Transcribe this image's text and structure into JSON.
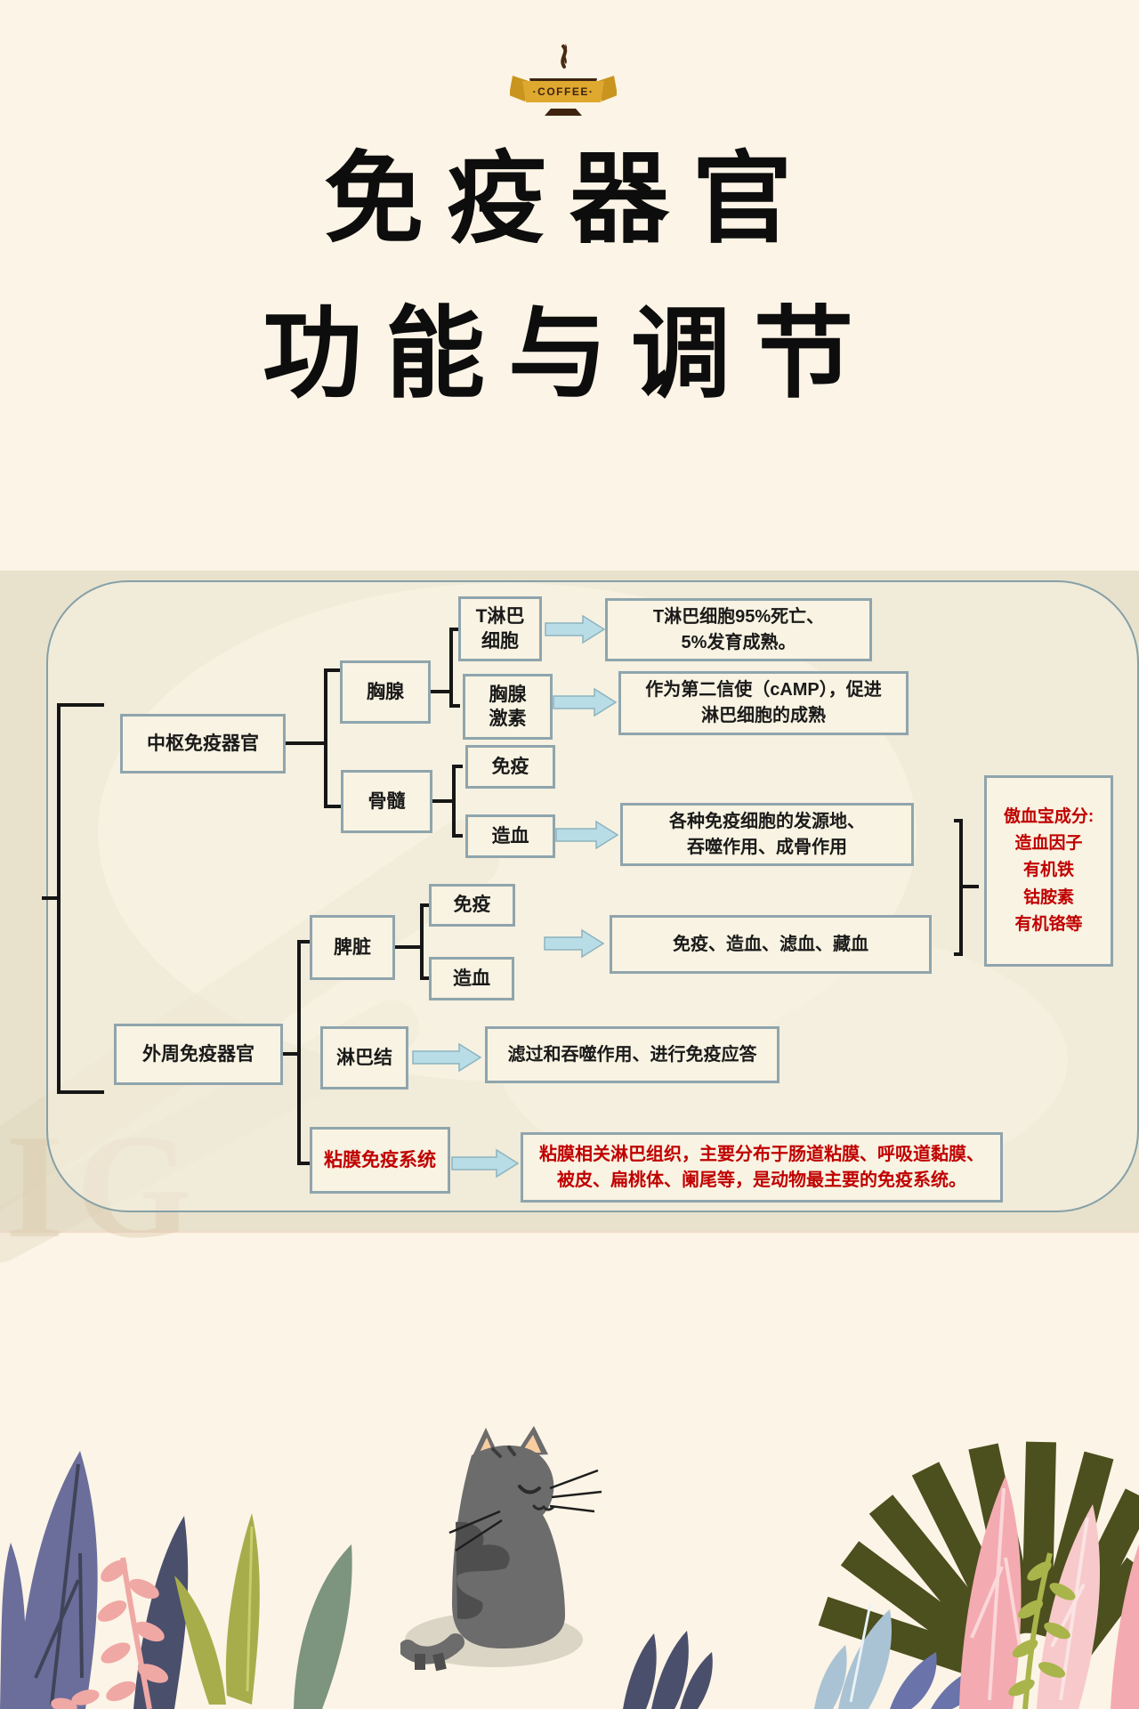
{
  "logo": {
    "text": "·COFFEE·",
    "ribbon_color": "#D9A52C",
    "cup_color": "#3E2410"
  },
  "title": {
    "line1": "免疫器官",
    "line2": "功能与调节"
  },
  "diagram": {
    "colors": {
      "panel_band": "#E8E2CD",
      "panel_border": "#85A0A7",
      "box_border": "#8FA5AD",
      "box_fill": "#F8F3E2",
      "arrow_fill": "#B9DDE7",
      "bracket": "#161616",
      "red_text": "#C00000"
    },
    "watermark": {
      "text": "IG"
    },
    "nodes": {
      "t_cell": {
        "l1": "T淋巴",
        "l2": "细胞"
      },
      "thymus": {
        "label": "胸腺"
      },
      "thymus_hormone": {
        "l1": "胸腺",
        "l2": "激素"
      },
      "central": {
        "label": "中枢免疫器官"
      },
      "bone_marrow": {
        "label": "骨髓"
      },
      "bm_immune": {
        "label": "免疫"
      },
      "bm_hemato": {
        "label": "造血"
      },
      "spleen": {
        "label": "脾脏"
      },
      "sp_immune": {
        "label": "免疫"
      },
      "sp_hemato": {
        "label": "造血"
      },
      "peripheral": {
        "label": "外周免疫器官"
      },
      "lymph_node": {
        "label": "淋巴结"
      },
      "mucosal": {
        "label": "粘膜免疫系统"
      }
    },
    "results": {
      "t_fate": {
        "l1": "T淋巴细胞95%死亡、",
        "l2": "5%发育成熟。"
      },
      "camp": {
        "l1": "作为第二信使（cAMP），促进",
        "l2": "淋巴细胞的成熟"
      },
      "bm": {
        "l1": "各种免疫细胞的发源地、",
        "l2": "吞噬作用、成骨作用"
      },
      "spleen": {
        "label": "免疫、造血、滤血、藏血"
      },
      "lymph": {
        "label": "滤过和吞噬作用、进行免疫应答"
      },
      "mucosal": {
        "l1": "粘膜相关淋巴组织，主要分布于肠道粘膜、呼吸道黏膜、",
        "l2": "被皮、扁桃体、阑尾等，是动物最主要的免疫系统。"
      }
    },
    "supplement": {
      "l1": "傲血宝成分:",
      "l2": "造血因子",
      "l3": "有机铁",
      "l4": "钴胺素",
      "l5": "有机铬等"
    }
  },
  "decor": {
    "cat": "grey-sitting-cat",
    "plants_left": "purple-green-pink-leaves",
    "plants_right": "olive-fan-pink-blue-leaves"
  }
}
